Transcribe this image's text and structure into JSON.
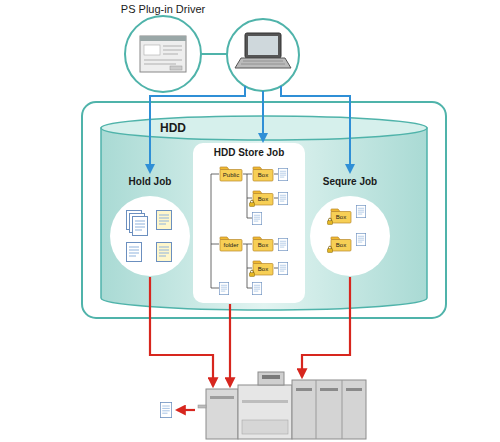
{
  "diagram": {
    "nodes": [
      {
        "text": [
          "PS Plug-in Driver"
        ]
      },
      {
        "text": [
          "HDD"
        ]
      },
      {
        "text": [
          "Hold Job"
        ],
        "in": 1
      },
      {
        "text": [
          "HDD Store Job"
        ],
        "in": 1
      },
      {
        "text": [
          "Public"
        ],
        "in": 3
      },
      {
        "text": [
          "Box"
        ],
        "in": 3
      },
      {
        "text": [
          "Box"
        ],
        "in": 3
      },
      {
        "text": [
          "folder"
        ],
        "in": 3
      },
      {
        "text": [
          "Box"
        ],
        "in": 3
      },
      {
        "text": [
          "Box"
        ],
        "in": 3
      },
      {
        "text": [
          "Sequre Job"
        ],
        "in": 1
      },
      {
        "text": [
          "Box"
        ],
        "in": 10
      },
      {
        "text": [
          "Box"
        ],
        "in": 10
      }
    ]
  }
}
